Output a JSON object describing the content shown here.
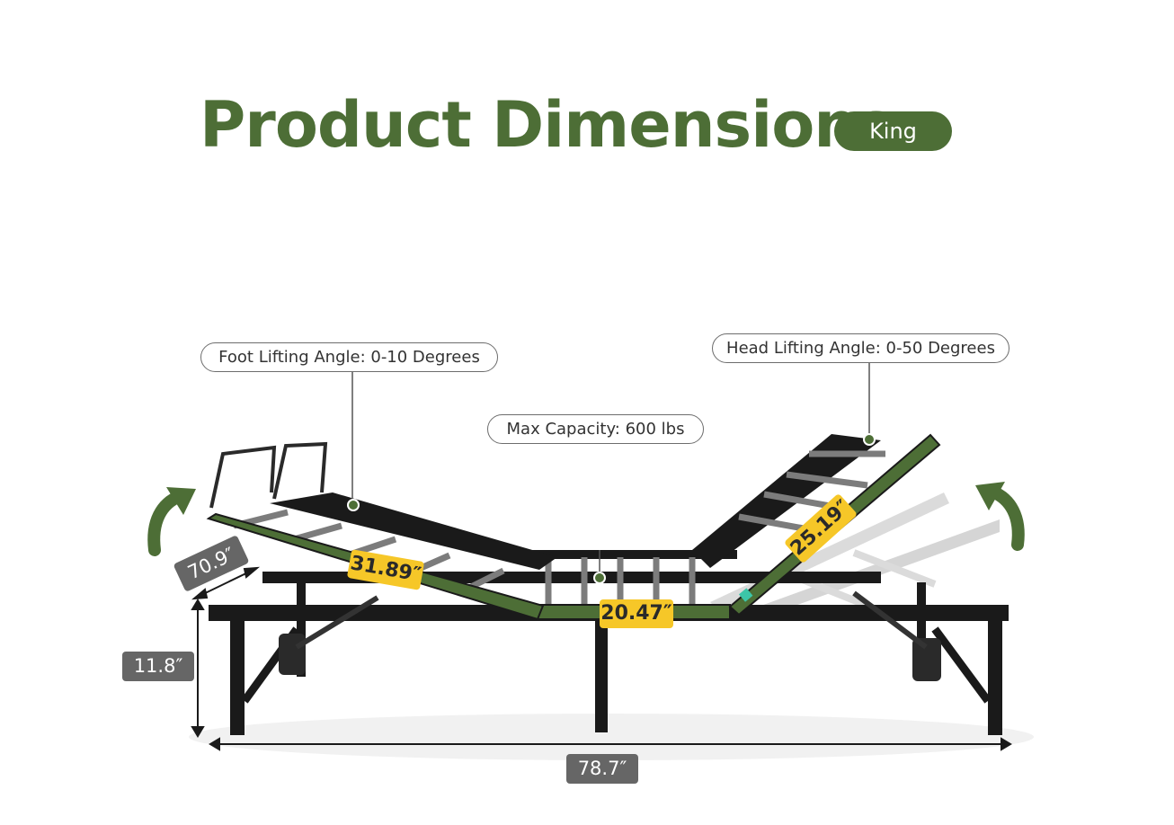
{
  "header": {
    "title": "Product Dimensions",
    "size_badge": "King"
  },
  "callouts": {
    "foot_angle": "Foot Lifting Angle: 0-10 Degrees",
    "max_capacity": "Max Capacity: 600 lbs",
    "head_angle": "Head Lifting Angle: 0-50 Degrees"
  },
  "dimensions": {
    "width": "70.9″",
    "height": "11.8″",
    "length": "78.7″"
  },
  "segments": {
    "foot": "31.89″",
    "middle": "20.47″",
    "head": "25.19″"
  },
  "colors": {
    "brand_green": "#4d6e36",
    "segment_label": "#f6c728",
    "dimension_label": "#666666",
    "frame": "#1a1a1a",
    "slat": "#7c7c7c"
  },
  "icons": {
    "foot_arrow": "curved-up-arrow-icon",
    "head_arrow": "curved-up-arrow-icon"
  }
}
